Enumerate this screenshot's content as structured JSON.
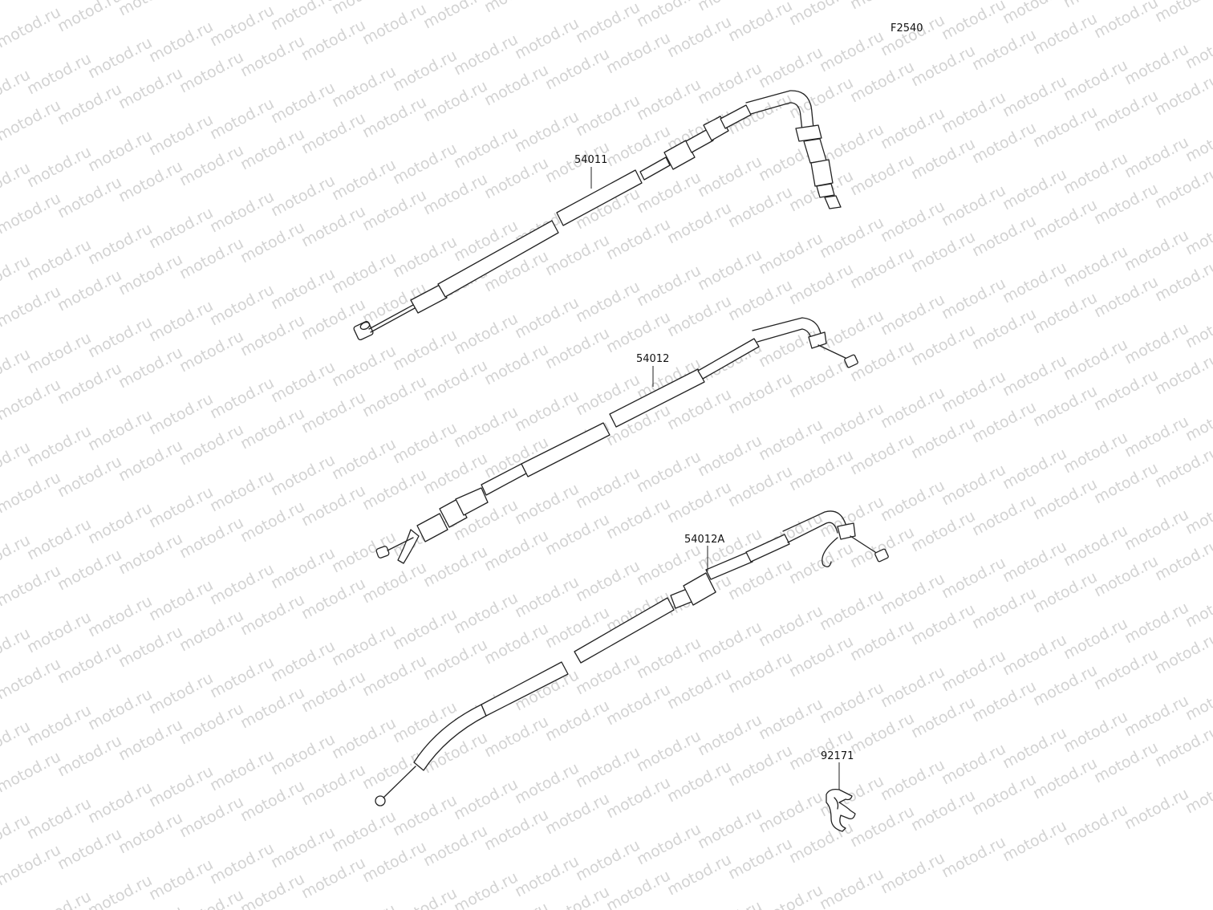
{
  "watermark": {
    "text": "motod.ru",
    "color": "#d3d3d3"
  },
  "figure_code": "F2540",
  "callouts": [
    {
      "id": "throttle-cable-upper",
      "label": "54011"
    },
    {
      "id": "throttle-cable-mid",
      "label": "54012"
    },
    {
      "id": "throttle-cable-lower",
      "label": "54012A"
    },
    {
      "id": "cable-clamp",
      "label": "92171"
    }
  ],
  "colors": {
    "line": "#222222",
    "background": "#ffffff"
  }
}
